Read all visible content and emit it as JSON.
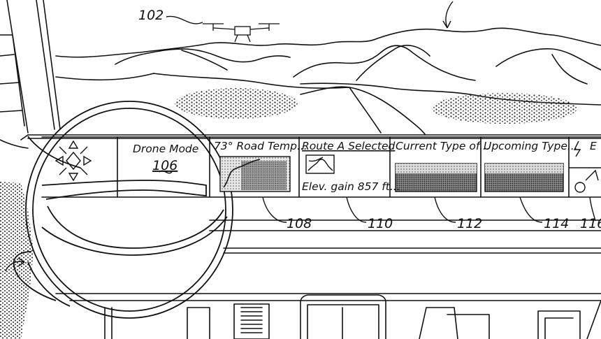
{
  "references": {
    "drone": "102",
    "drone_mode": "106",
    "road_temp": "108",
    "route": "110",
    "current_type": "112",
    "upcoming_type": "114",
    "panel_right": "116"
  },
  "display": {
    "drone_mode_label": "Drone Mode",
    "tiles": {
      "road_temp": "73° Road Temp...",
      "route_selected": "Route A Selected",
      "elevation": "Elev. gain 857 ft...",
      "current_type": "Current Type of...",
      "upcoming_type": "Upcoming Type...",
      "cut_off_label": "E"
    }
  },
  "icons": {
    "mode_icon": "sun-arrows-icon",
    "road_map": "topographic-map-icon",
    "route_map": "route-map-icon",
    "current_terrain": "terrain-photo-icon",
    "upcoming_terrain": "terrain-photo-icon",
    "lightning": "lightning-icon",
    "warning": "warning-triangle-icon"
  },
  "colors": {
    "line": "#111111",
    "background": "#ffffff",
    "stipple": "#333333"
  }
}
